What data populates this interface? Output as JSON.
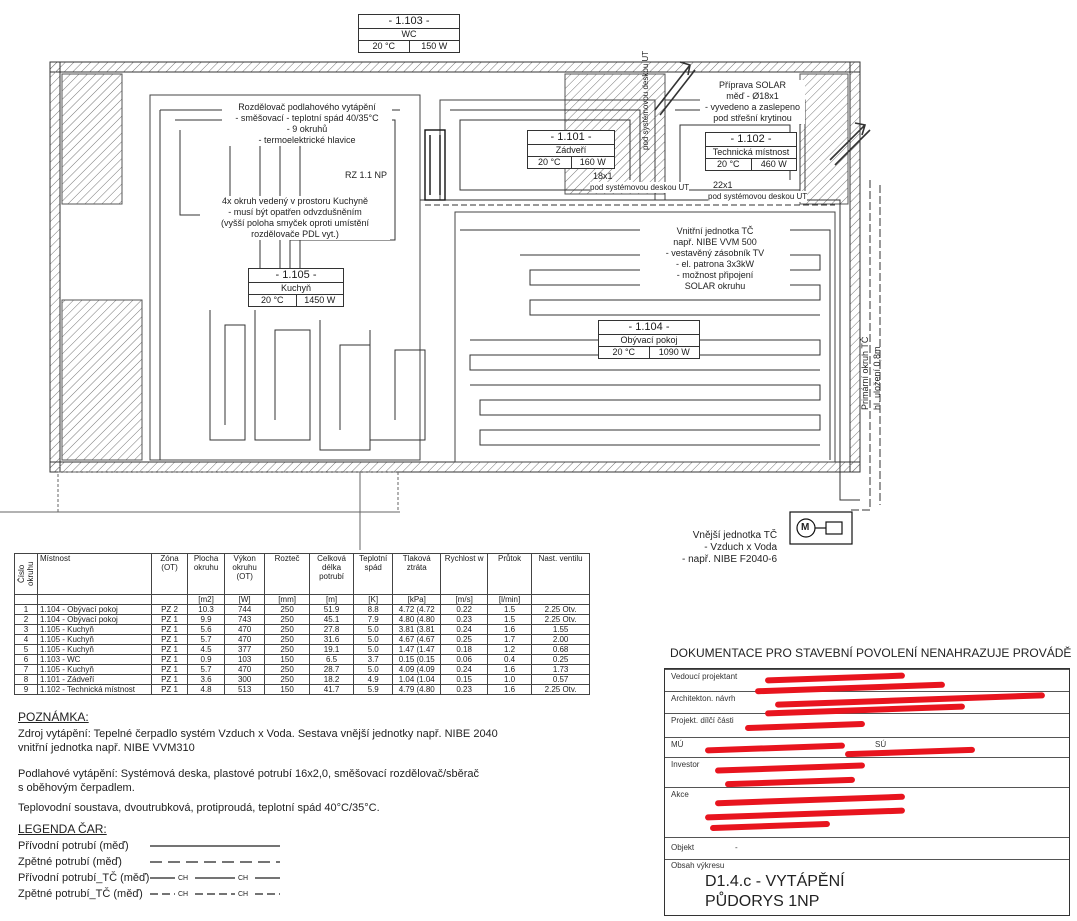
{
  "rooms": [
    {
      "id": "- 1.103 -",
      "name": "WC",
      "temp": "20 °C",
      "power": "150 W"
    },
    {
      "id": "- 1.101 -",
      "name": "Zádveří",
      "temp": "20 °C",
      "power": "160 W"
    },
    {
      "id": "- 1.102 -",
      "name": "Technická místnost",
      "temp": "20 °C",
      "power": "460 W"
    },
    {
      "id": "- 1.105 -",
      "name": "Kuchyň",
      "temp": "20 °C",
      "power": "1450 W"
    },
    {
      "id": "- 1.104 -",
      "name": "Obývací pokoj",
      "temp": "20 °C",
      "power": "1090 W"
    }
  ],
  "annotations": {
    "manifold": [
      "Rozdělovač podlahového vytápění",
      "- směšovací - teplotní spád 40/35°C",
      "- 9 okruhů",
      "- termoelektrické hlavice"
    ],
    "rz": "RZ 1.1 NP",
    "kitchen_note": [
      "4x okruh vedený v prostoru Kuchyně",
      "- musí být opatřen odvzdušněním",
      "(vyšší poloha smyček oproti umístění",
      "rozdělovače PDL vyt.)"
    ],
    "solar": [
      "Příprava SOLAR",
      "měď - Ø18x1",
      "- vyvedeno a zaslepeno",
      "pod střešní krytinou"
    ],
    "pipe1": "18x1",
    "pipe1b": "pod systémovou deskou UT",
    "pipe2": "22x1",
    "pipe2b": "pod systémovou deskou UT",
    "vertical_ut": "pod systémovou deskou UT",
    "indoor_unit": [
      "Vnitřní jednotka TČ",
      "např. NIBE VVM 500",
      "- vestavěný zásobník TV",
      "- el. patrona 3x3kW",
      "- možnost připojení",
      "SOLAR okruhu"
    ],
    "primary": [
      "Primární okruh TČ",
      "hl. uložení 0,8m"
    ],
    "outdoor_unit": [
      "Vnější jednotka TČ",
      "- Vzduch x Voda",
      "- např. NIBE F2040-6"
    ],
    "motor_symbol": "M"
  },
  "table": {
    "headers": [
      "Číslo okruhu",
      "Místnost",
      "Zóna (OT)",
      "Plocha okruhu",
      "Výkon okruhu (OT)",
      "Rozteč",
      "Celková délka potrubí",
      "Teplotní spád",
      "Tlaková ztráta",
      "Rychlost w",
      "Průtok",
      "Nast. ventilu"
    ],
    "units": [
      "",
      "",
      "",
      "[m2]",
      "[W]",
      "[mm]",
      "[m]",
      "[K]",
      "[kPa]",
      "[m/s]",
      "[l/min]",
      ""
    ],
    "rows": [
      [
        "1",
        "1.104 - Obývací pokoj",
        "PZ 2",
        "10.3",
        "744",
        "250",
        "51.9",
        "8.8",
        "4.72 (4.72",
        "0.22",
        "1.5",
        "2.25 Otv."
      ],
      [
        "2",
        "1.104 - Obývací pokoj",
        "PZ 1",
        "9.9",
        "743",
        "250",
        "45.1",
        "7.9",
        "4.80 (4.80",
        "0.23",
        "1.5",
        "2.25 Otv."
      ],
      [
        "3",
        "1.105 - Kuchyň",
        "PZ 1",
        "5.6",
        "470",
        "250",
        "27.8",
        "5.0",
        "3.81 (3.81",
        "0.24",
        "1.6",
        "1.55"
      ],
      [
        "4",
        "1.105 - Kuchyň",
        "PZ 1",
        "5.7",
        "470",
        "250",
        "31.6",
        "5.0",
        "4.67 (4.67",
        "0.25",
        "1.7",
        "2.00"
      ],
      [
        "5",
        "1.105 - Kuchyň",
        "PZ 1",
        "4.5",
        "377",
        "250",
        "19.1",
        "5.0",
        "1.47 (1.47",
        "0.18",
        "1.2",
        "0.68"
      ],
      [
        "6",
        "1.103 - WC",
        "PZ 1",
        "0.9",
        "103",
        "150",
        "6.5",
        "3.7",
        "0.15 (0.15",
        "0.06",
        "0.4",
        "0.25"
      ],
      [
        "7",
        "1.105 - Kuchyň",
        "PZ 1",
        "5.7",
        "470",
        "250",
        "28.7",
        "5.0",
        "4.09 (4.09",
        "0.24",
        "1.6",
        "1.73"
      ],
      [
        "8",
        "1.101 - Zádveří",
        "PZ 1",
        "3.6",
        "300",
        "250",
        "18.2",
        "4.9",
        "1.04 (1.04",
        "0.15",
        "1.0",
        "0.57"
      ],
      [
        "9",
        "1.102 - Technická místnost",
        "PZ 1",
        "4.8",
        "513",
        "150",
        "41.7",
        "5.9",
        "4.79 (4.80",
        "0.23",
        "1.6",
        "2.25 Otv."
      ]
    ]
  },
  "notes": {
    "title": "POZNÁMKA:",
    "source1": "Zdroj vytápění: Tepelné čerpadlo systém Vzduch x Voda. Sestava vnější jednotky např. NIBE 2040",
    "source2": "vnitřní jednotka např. NIBE VVM310",
    "floor1": "Podlahové vytápění: Systémová deska, plastové potrubí 16x2,0, směšovací rozdělovač/sběrač",
    "floor2": "s oběhovým čerpadlem.",
    "system": "Teplovodní soustava, dvoutrubková, protiproudá, teplotní spád 40°C/35°C."
  },
  "legend": {
    "title": "LEGENDA ČAR:",
    "items": [
      "Přívodní potrubí (měď)",
      "Zpětné potrubí (měď)",
      "Přívodní potrubí_TČ (měď)",
      "Zpětné potrubí_TČ (měď)"
    ],
    "tc_mark": "CH"
  },
  "title_block": {
    "header": "DOKUMENTACE PRO STAVEBNÍ POVOLENÍ NENAHRAZUJE PROVÁDĚ",
    "fields": [
      "Vedoucí projektant",
      "Architekton. návrh",
      "Projekt. dílčí části",
      "MÚ",
      "SÚ",
      "Investor",
      "Akce",
      "Objekt"
    ],
    "objekt_value": "-",
    "obsah_label": "Obsah výkresu",
    "drawing_title": "D1.4.c - VYTÁPĚNÍ",
    "drawing_subtitle": "PŮDORYS 1NP"
  }
}
